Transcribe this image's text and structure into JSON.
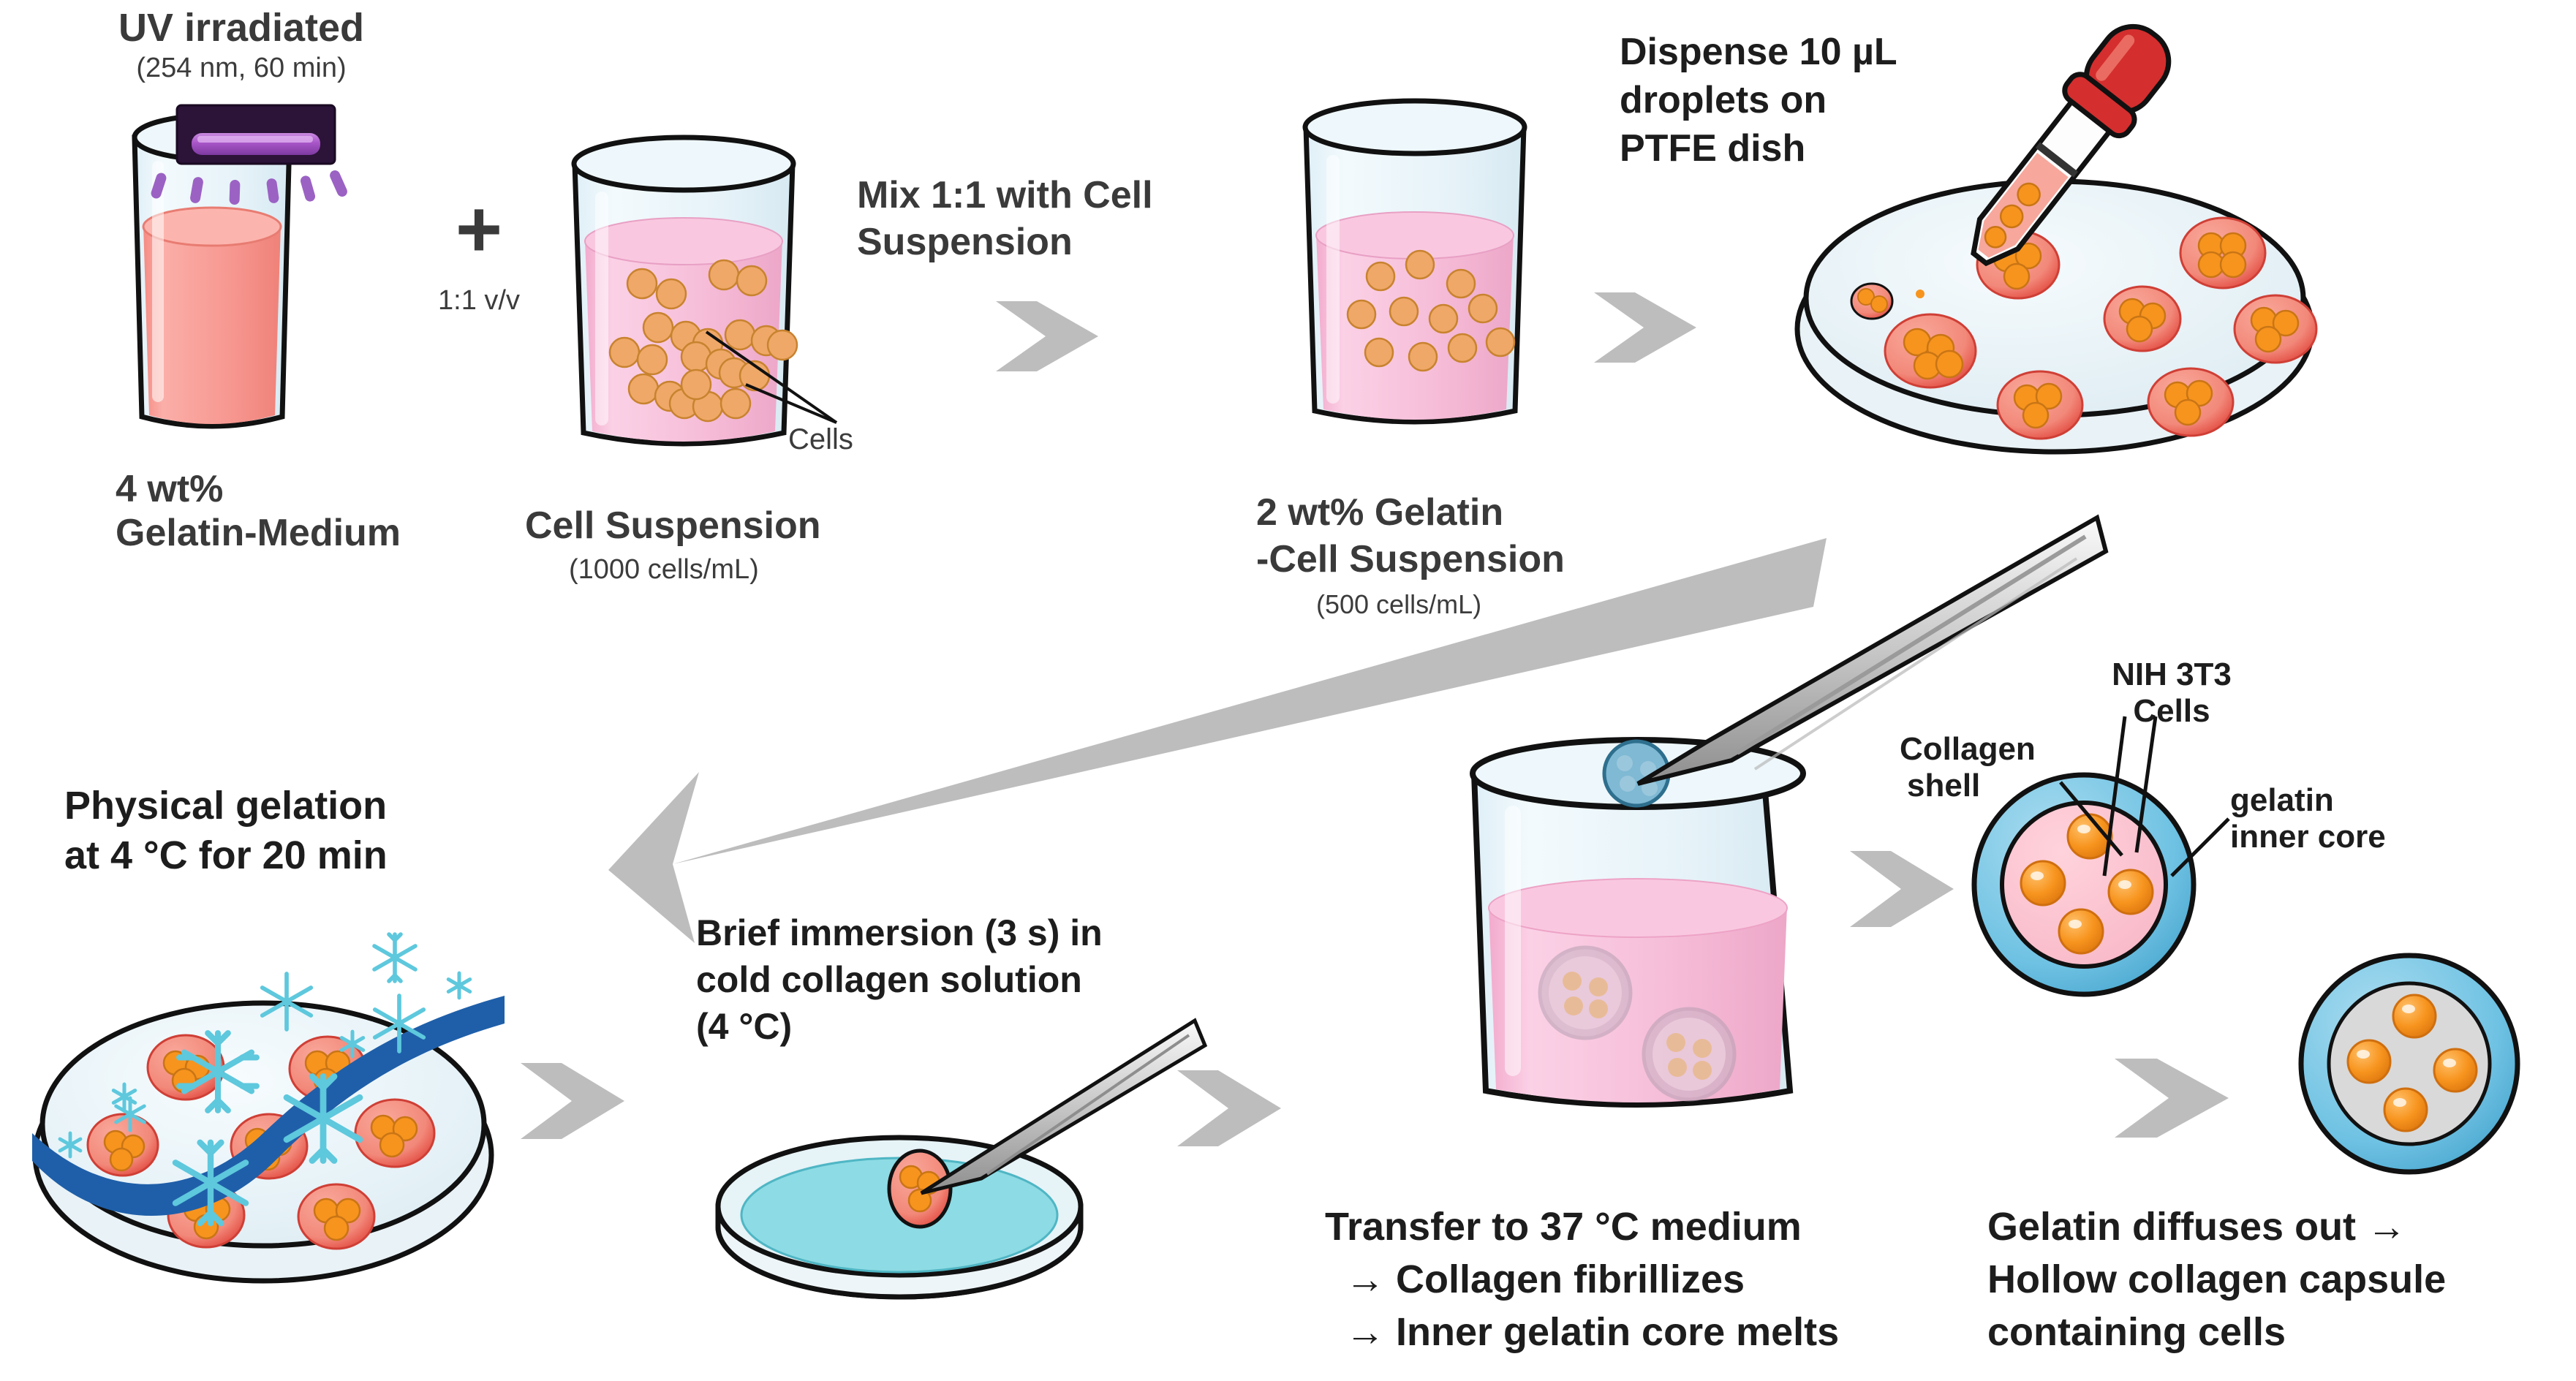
{
  "figure": {
    "title_visible": false,
    "type": "scientific-workflow-schematic"
  },
  "colors": {
    "gelatin_medium_pink": "#f79992",
    "cell_suspension_pink": "#f6bdd8",
    "gelatin_cell_pink": "#f8c2d8",
    "cell_orange": "#f0a868",
    "cell_orange_bright": "#f7941e",
    "droplet_salmon": "#f2897a",
    "droplet_rim_red": "#e2493f",
    "collagen_shell_blue": "#6fc2e3",
    "snowflake_cyan": "#5ec8dd",
    "ribbon_blue": "#1f5fa9",
    "uv_purple": "#a855c8",
    "uv_lamp_dark": "#2c1338",
    "pipette_red": "#d42e2e",
    "arrow_gray": "#bdbdbd",
    "collagen_solution_cyan": "#8ddbe4",
    "glass_blue": "#e3f0f6",
    "hollow_core_gray": "#d9d9d9",
    "text_dark": "#3a3a3a"
  },
  "steps": {
    "uv": {
      "title": "UV irradiated",
      "subtitle": "(254 nm, 60 min)",
      "caption_line1": "4 wt%",
      "caption_line2": "Gelatin-Medium",
      "vessel": "beaker",
      "lamp": "uv-lamp"
    },
    "plus": {
      "symbol": "+",
      "ratio": "1:1 v/v"
    },
    "cell_suspension": {
      "caption_line1": "Cell Suspension",
      "caption_sub": "(1000 cells/mL)",
      "callout": "Cells",
      "vessel": "beaker"
    },
    "mix": {
      "text_line1": "Mix  1:1  with  Cell",
      "text_line2": "Suspension",
      "arrow": "right-arrow"
    },
    "gelatin_cell": {
      "caption_line1": "2 wt% Gelatin",
      "caption_line2": "-Cell Suspension",
      "caption_sub": "(500 cells/mL)",
      "vessel": "beaker"
    },
    "dispense": {
      "text_line1": "Dispense 10 µL",
      "text_line2": "droplets on",
      "text_line3": "PTFE dish",
      "arrow": "right-arrow",
      "tool": "pipette",
      "vessel": "petri-dish",
      "droplet_count": 7
    },
    "gelation": {
      "text_line1": "Physical gelation",
      "text_line2": "at 4 °C for 20 min",
      "vessel": "petri-dish-cold",
      "decor": "snowflakes",
      "droplet_count": 7,
      "arrow_long": "diagonal-down-left-arrow"
    },
    "immersion": {
      "text_line1": "Brief immersion (3 s) in",
      "text_line2": "cold collagen solution",
      "text_line3": "(4 °C)",
      "vessel": "shallow-dish",
      "tool": "tweezers",
      "arrow": "right-arrow"
    },
    "transfer": {
      "text_line1": "Transfer to 37 °C medium",
      "text_line2": "→ Collagen fibrillizes",
      "text_line3": "→ Inner gelatin core melts",
      "vessel": "beaker",
      "tool": "tweezers",
      "arrow": "right-arrow",
      "capsules_in_beaker": 2
    },
    "capsule": {
      "label_shell_line1": "Collagen",
      "label_shell_line2": "shell",
      "label_cells_line1": "NIH 3T3",
      "label_cells_line2": "Cells",
      "label_core_line1": "gelatin",
      "label_core_line2": "inner core",
      "cell_count": 4,
      "arrow": "right-arrow"
    },
    "hollow": {
      "text_line1": "Gelatin diffuses out →",
      "text_line2": "Hollow collagen capsule",
      "text_line3": "containing cells",
      "cell_count": 4,
      "arrow": "right-arrow"
    }
  }
}
